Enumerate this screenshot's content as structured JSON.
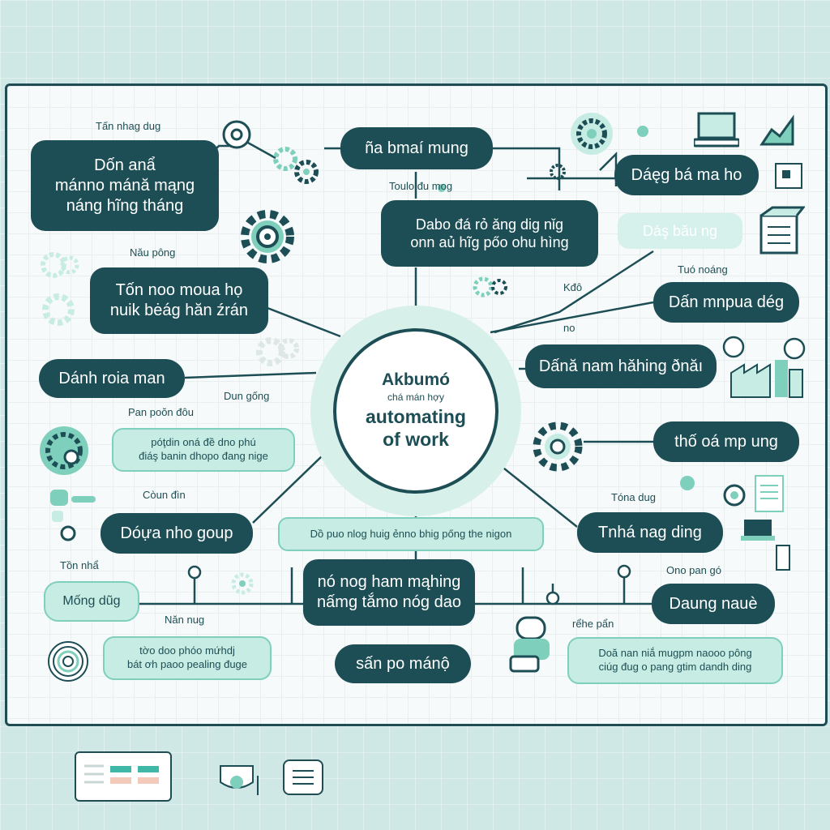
{
  "center": {
    "line1": "Akbumó",
    "line2": "chá mán hợy",
    "line3": "automating",
    "line4": "of work"
  },
  "nodes": {
    "top_center": "ña bmaí mung",
    "left_1": "Dốn anẩ\nmánno mánă mąng\nnáng hĩng tháng",
    "left_2": "Tốn noo moua họ\nnuik bėág hăn źrán",
    "left_3": "Dánh roia man",
    "left_4": "Dóựa nho goup",
    "left_5": "Mống dũg",
    "mid_1": "Dabo đá rỏ ǎng dig nǐg\nonn aủ hĩg pőo ohu hìng",
    "mid_bottom_1": "nó nog ham mąhing\nnấmg tắmo nóg dao",
    "mid_bottom_2": "sấn po mánộ",
    "right_1": "Dáęg bá ma ho",
    "right_2": "Dáş bău ng",
    "right_3": "Dấn mnpua dég",
    "right_4": "Dấnă nam hǎhing ðnăı",
    "right_5": "thố oá mp ung",
    "right_6": "Tnhá nag ding",
    "right_7": "Daung nauè",
    "light_left_1": "póţdin oná đề dno phú\nđiáş banin dhopo đang nige",
    "light_left_2": "tờo doo phóo mứhdj\nbát ơh paoo pealing đuge",
    "light_mid": "Dồ puo nlog huig ẻnno bhig pőng the nigon",
    "light_right": "Doă nan niắ mugpm naooo pông\nciúg đug o pang gtim dandh ding"
  },
  "labels": {
    "l1": "Tấn nhag dug",
    "l2": "Nău pông",
    "l3": "Dun gống",
    "l4": "Pan poŏn đôu",
    "l5": "Còun đìn",
    "l6": "Tồn nhẩ",
    "l7": "Năn nug",
    "l8": "Toulo đu mog",
    "l9": "Tuó noáng",
    "l10": "Kđô",
    "l11": "no",
    "l12": "Tóna dug",
    "l13": "Ono pan gó",
    "l14": "rểhe pẩn"
  },
  "colors": {
    "dark_teal": "#1d4e55",
    "mint": "#c7ece3",
    "accent": "#7fcfbd",
    "background": "#cfe8e6"
  },
  "icons": [
    "gear-icon",
    "laptop-icon",
    "box-icon",
    "chart-icon",
    "document-icon",
    "robot-icon",
    "target-icon",
    "mug-icon"
  ]
}
